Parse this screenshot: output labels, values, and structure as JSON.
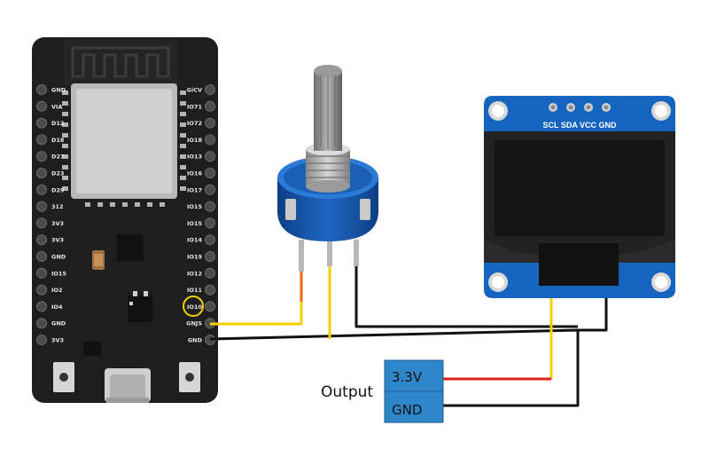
{
  "board": {
    "left_pins": [
      "GND",
      "VIA",
      "D12",
      "D18",
      "D27",
      "D23",
      "D29",
      "312",
      "3V3",
      "3V3",
      "GND",
      "IO15",
      "IO2",
      "IO4",
      "GND",
      "3V3"
    ],
    "right_pins": [
      "GiCV",
      "IO71",
      "IO72",
      "IO18",
      "IO13",
      "IO16",
      "IO17",
      "IO15",
      "IO15",
      "IO14",
      "IO19",
      "IO12",
      "IO11",
      "IO10",
      "GNJS",
      "GND"
    ]
  },
  "oled": {
    "pin_header": "SCL SDA VCC GND"
  },
  "output": {
    "label": "Output",
    "v33": "3.3V",
    "gnd": "GND"
  },
  "colors": {
    "board": "#1e1e1e",
    "pcb_blue": "#1565c0",
    "wire_yellow": "#f5d000",
    "wire_red": "#e0201b",
    "wire_orange": "#f06a10",
    "wire_black": "#111111",
    "connector": "#2f86c8"
  }
}
